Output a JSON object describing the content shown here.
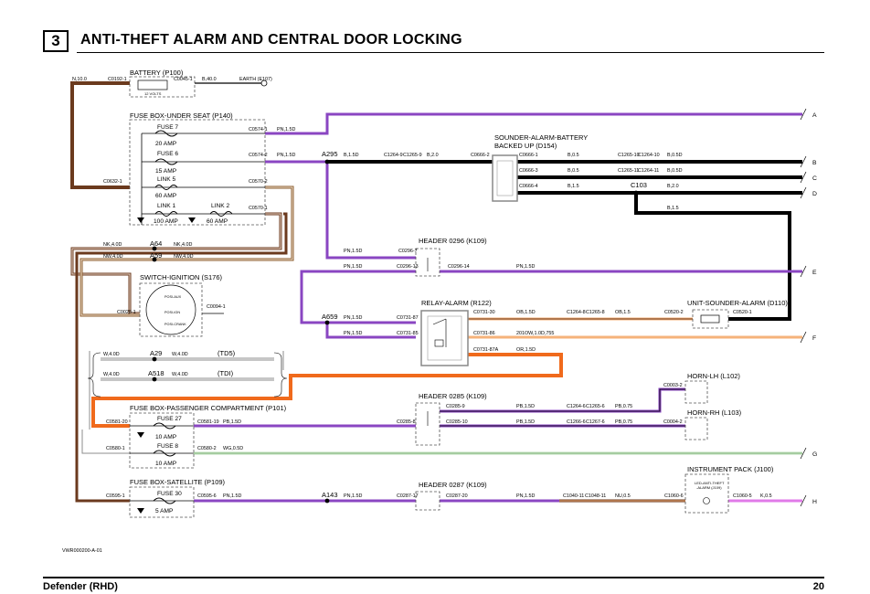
{
  "header": {
    "section_number": "3",
    "title": "ANTI-THEFT ALARM AND CENTRAL DOOR LOCKING"
  },
  "footer": {
    "model": "Defender (RHD)",
    "page": "20"
  },
  "image_ref": "VWR000200-A-01",
  "components": {
    "battery": "BATTERY (P100)",
    "battery_voltage": "12 VOLTS",
    "earth": "EARTH (E107)",
    "fuse_box_seat": "FUSE BOX-UNDER SEAT (P140)",
    "fuse7": "FUSE 7",
    "fuse7_amp": "20 AMP",
    "fuse6": "FUSE 6",
    "fuse6_amp": "15 AMP",
    "link5": "LINK 5",
    "link5_amp": "60 AMP",
    "link1": "LINK 1",
    "link1_amp": "100 AMP",
    "link2": "LINK 2",
    "link2_amp": "60 AMP",
    "sounder_battery_1": "SOUNDER-ALARM-BATTERY",
    "sounder_battery_2": "BACKED UP (D154)",
    "header_0296": "HEADER 0296 (K109)",
    "switch_ignition": "SWITCH-IGNITION (S176)",
    "pos_aux": "POSI-AUX",
    "pos_ign": "POSI-IGN",
    "pos_crank": "POSI-CRANK",
    "relay_alarm": "RELAY-ALARM (R122)",
    "unit_sounder": "UNIT-SOUNDER-ALARM (D110)",
    "td5": "(TD5)",
    "tdi": "(TDI)",
    "horn_lh": "HORN-LH (L102)",
    "horn_rh": "HORN-RH (L103)",
    "header_0285": "HEADER 0285 (K109)",
    "fuse_box_pass": "FUSE BOX-PASSENGER COMPARTMENT (P101)",
    "fuse27": "FUSE 27",
    "fuse27_amp": "10 AMP",
    "fuse8": "FUSE 8",
    "fuse8_amp": "10 AMP",
    "fuse_box_sat": "FUSE BOX-SATELLITE (P109)",
    "fuse30": "FUSE 30",
    "fuse30_amp": "5 AMP",
    "header_0287": "HEADER 0287 (K109)",
    "instrument_pack": "INSTRUMENT PACK (J100)",
    "led_1": "LED-ANTI-THEFT",
    "led_2": "-ALARM (J109)"
  },
  "edge_labels": [
    "A",
    "B",
    "C",
    "D",
    "E",
    "F",
    "G",
    "H"
  ],
  "splices": [
    "A295",
    "A64",
    "A59",
    "A659",
    "A29",
    "A518",
    "A143",
    "C103"
  ],
  "connectors": [
    "C0192-1",
    "C0045-1",
    "C0574-1",
    "C0574-2",
    "C0632-1",
    "C0570-2",
    "C0570-1",
    "C1264-9",
    "C1265-9",
    "C0666-2",
    "C0666-1",
    "C0666-3",
    "C0666-4",
    "C1265-10",
    "C1264-10",
    "C1265-11",
    "C1264-11",
    "C0296-7",
    "C0296-13",
    "C0296-14",
    "C0094-1",
    "C0028-1",
    "C0731-87",
    "C0731-85",
    "C0731-30",
    "C0731-86",
    "C0731-87A",
    "C1264-8",
    "C1265-8",
    "C0520-2",
    "C0520-1",
    "C0003-2",
    "C0004-2",
    "C0285-9",
    "C0285-8",
    "C0285-10",
    "C1264-6",
    "C1265-6",
    "C1266-6",
    "C1267-6",
    "C0581-20",
    "C0581-19",
    "C0580-1",
    "C0580-2",
    "C0595-1",
    "C0595-6",
    "C0287-17",
    "C0287-20",
    "C1040-11",
    "C1048-11",
    "C1060-6",
    "C1060-5"
  ],
  "wires": [
    "N,10.0",
    "B,40.0",
    "PN,1.5D",
    "B,1.5D",
    "B,2.0",
    "B,0.5",
    "B,0.5D",
    "B,1.5",
    "NK,4.0D",
    "NK,4.0D",
    "NW,4.0D",
    "NW,4.0D",
    "PN,1.5D",
    "OB,1.5D",
    "OB,1.5",
    "201OW,1.0D,755",
    "OR,1.5D",
    "W,4.0D",
    "W,4.0D",
    "W,4.0D",
    "W,4.0D",
    "PB,1.5D",
    "PB,0.75",
    "WG,0.5D",
    "NU,0.5",
    "K,0.5"
  ],
  "colors": {
    "brown": "#6b3a1e",
    "purple": "#8a46c2",
    "black": "#000000",
    "orange": "#f06a1c",
    "pale_orange": "#f5b27a",
    "green": "#b9dcb4",
    "pink": "#e07ae8",
    "grey": "#8c8c8c"
  }
}
